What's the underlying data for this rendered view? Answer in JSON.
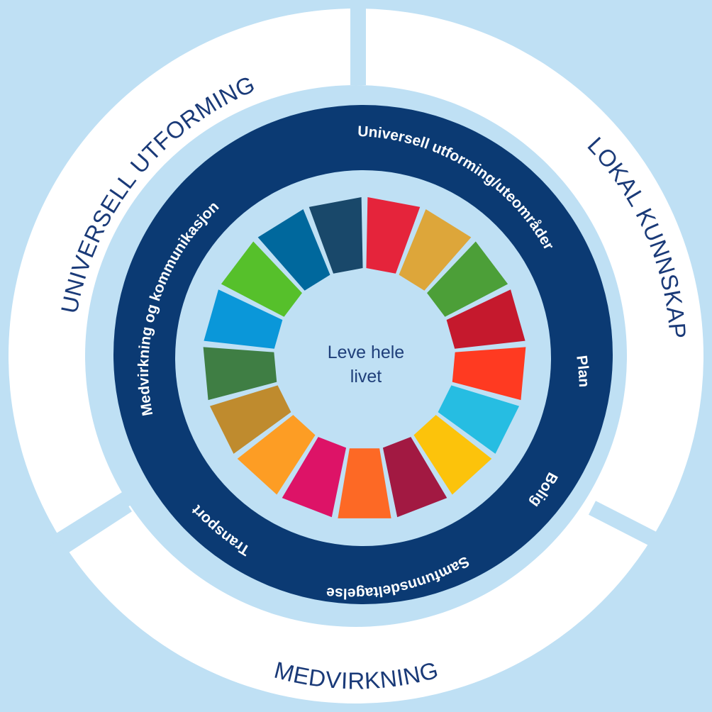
{
  "center": {
    "line1": "Leve hele",
    "line2": "livet"
  },
  "outer_ring": {
    "labels": [
      "UNIVERSELL UTFORMING",
      "LOKAL KUNNSKAP",
      "MEDVIRKNING"
    ]
  },
  "inner_ring": {
    "labels": [
      "Universell utforming/uteområder",
      "Plan",
      "Bolig",
      "Samfunnsdeltagelse",
      "Transport",
      "Medvirkning og kommunikasjon"
    ]
  },
  "colors": {
    "background": "#bfe0f4",
    "outer_ring": "#ffffff",
    "inner_band": "#0b3a73",
    "text_dark": "#1a3a78"
  },
  "wheel_segments": [
    {
      "color": "#E5243B"
    },
    {
      "color": "#DDA63A"
    },
    {
      "color": "#4C9F38"
    },
    {
      "color": "#C5192D"
    },
    {
      "color": "#FF3A21"
    },
    {
      "color": "#26BDE2"
    },
    {
      "color": "#FCC30B"
    },
    {
      "color": "#A21942"
    },
    {
      "color": "#FD6925"
    },
    {
      "color": "#DD1367"
    },
    {
      "color": "#FD9D24"
    },
    {
      "color": "#BF8B2E"
    },
    {
      "color": "#3F7E44"
    },
    {
      "color": "#0A97D9"
    },
    {
      "color": "#56C02B"
    },
    {
      "color": "#00689D"
    },
    {
      "color": "#19486A"
    }
  ]
}
